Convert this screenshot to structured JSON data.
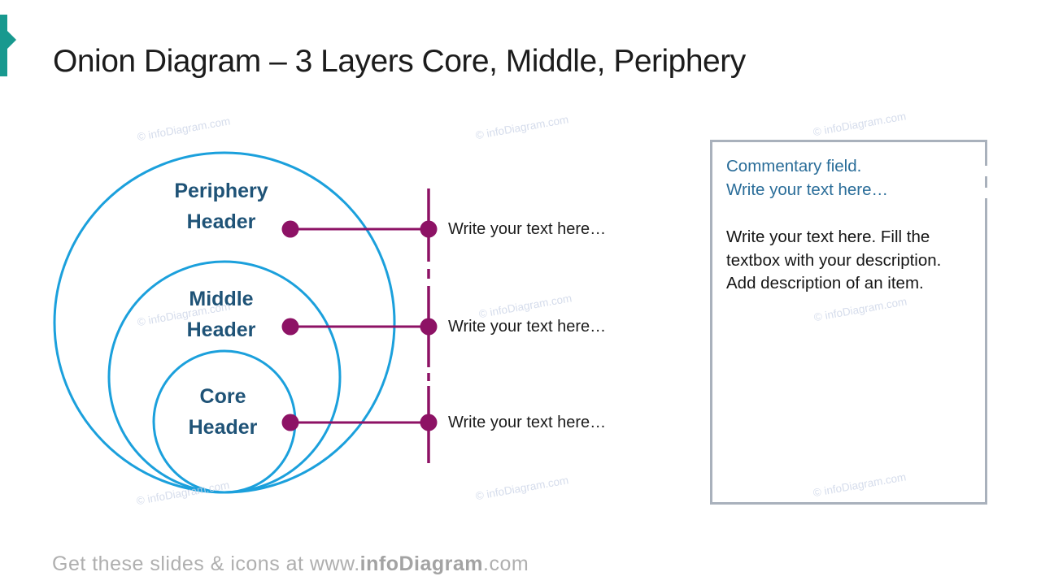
{
  "slide": {
    "title": "Onion Diagram – 3 Layers Core, Middle, Periphery",
    "watermark": "© infoDiagram.com",
    "footer": {
      "prefix": "Get these slides & icons at www.",
      "brand": "infoDiagram",
      "suffix": ".com"
    }
  },
  "onion": {
    "type": "onion-diagram",
    "layer_count": 3,
    "layers": [
      {
        "id": "periphery",
        "label": "Periphery\nHeader",
        "note": "Write your text here…"
      },
      {
        "id": "middle",
        "label": "Middle\nHeader",
        "note": "Write your text here…"
      },
      {
        "id": "core",
        "label": "Core\nHeader",
        "note": "Write your text here…"
      }
    ]
  },
  "commentary": {
    "heading": "Commentary field.\nWrite your text here…",
    "body": "Write your text here. Fill the textbox with your description. Add description of an item."
  },
  "colors": {
    "accent_teal": "#18998F",
    "circle_stroke": "#1BA0DC",
    "layer_label": "#1F5377",
    "connector_purple": "#8D1265",
    "commentary_heading": "#2A6D99",
    "box_border": "#A9B1BC",
    "footer_text": "#AFAFAF",
    "watermark": "#CBD4E7"
  }
}
